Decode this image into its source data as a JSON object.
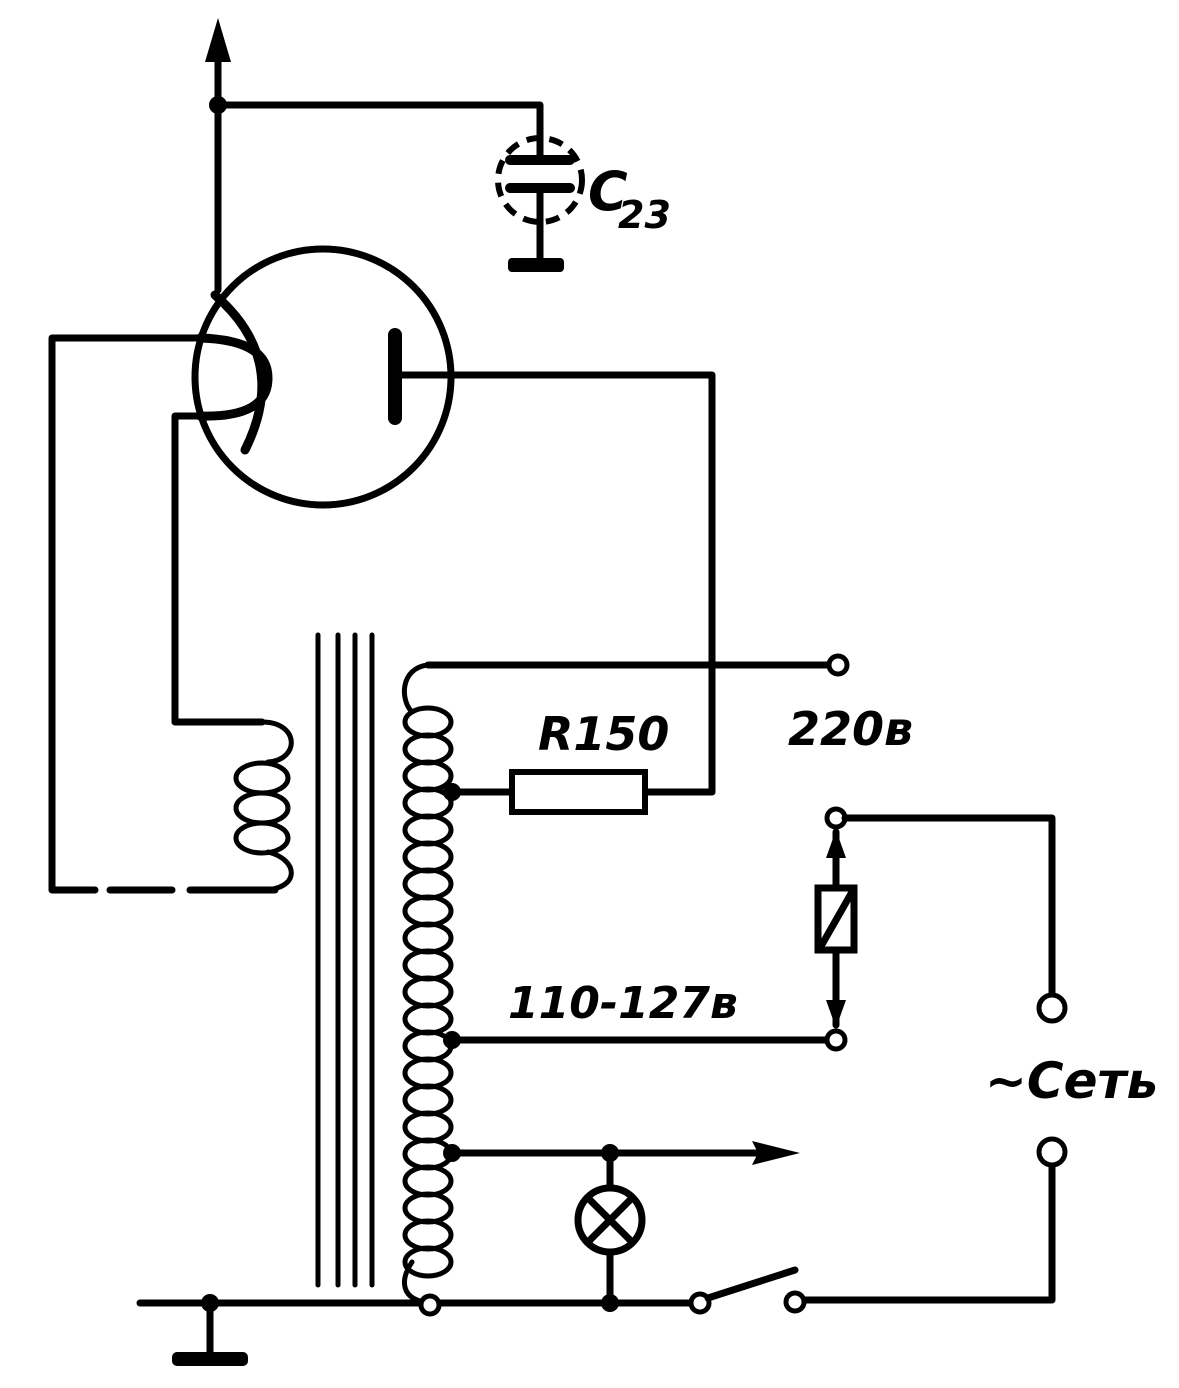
{
  "labels": {
    "capacitor": "C",
    "capacitor_sub": "23",
    "resistor": "R150",
    "tap_220": "220в",
    "tap_110": "110-127в",
    "mains": "~Сеть"
  },
  "icons": [
    "vacuum-tube-icon",
    "capacitor-icon",
    "resistor-icon",
    "transformer-core-icon",
    "coil-icon",
    "lamp-icon",
    "switch-icon",
    "fuse-icon",
    "ground-icon",
    "arrow-icon",
    "terminal-icon"
  ]
}
